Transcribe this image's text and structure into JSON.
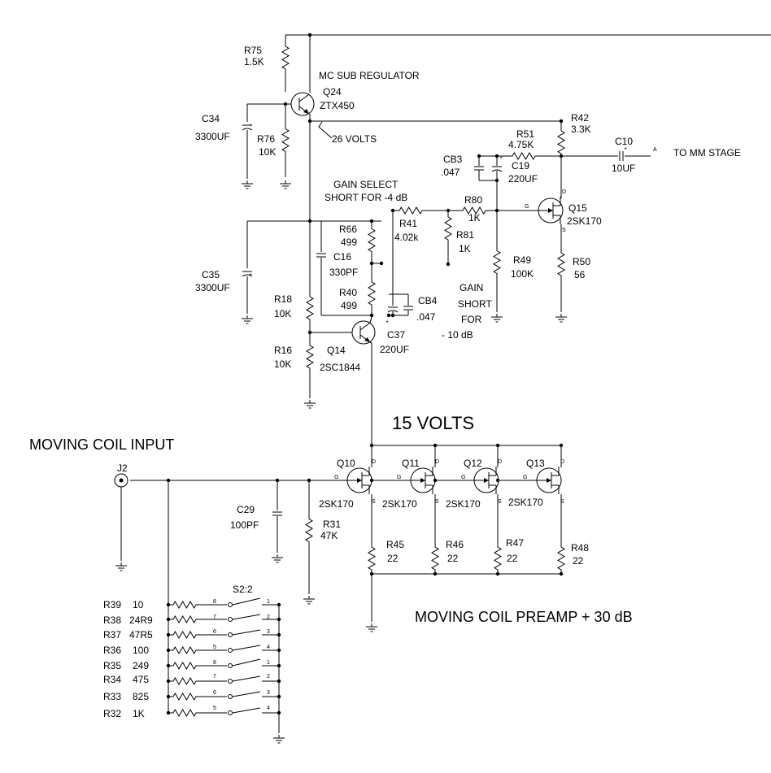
{
  "titles": {
    "sub_regulator": "MC SUB REGULATOR",
    "volts26": "26 VOLTS",
    "gain_select_1": "GAIN SELECT",
    "gain_select_2": "SHORT FOR -4 dB",
    "gain_short_1": "GAIN",
    "gain_short_2": "SHORT",
    "gain_short_3": "FOR",
    "gain_short_4": "- 10 dB",
    "to_mm": "TO MM STAGE",
    "volts15": "15 VOLTS",
    "mc_input": "MOVING COIL INPUT",
    "preamp": "MOVING COIL PREAMP + 30 dB"
  },
  "components": {
    "R75": {
      "ref": "R75",
      "val": "1.5K"
    },
    "Q24": {
      "ref": "Q24",
      "val": "ZTX450"
    },
    "C34": {
      "ref": "C34",
      "val": "3300UF"
    },
    "R76": {
      "ref": "R76",
      "val": "10K"
    },
    "R42": {
      "ref": "R42",
      "val": "3.3K"
    },
    "R51": {
      "ref": "R51",
      "val": "4.75K"
    },
    "C10": {
      "ref": "C10",
      "val": "10UF"
    },
    "CB3": {
      "ref": "CB3",
      "val": ".047"
    },
    "C19": {
      "ref": "C19",
      "val": "220UF"
    },
    "R80": {
      "ref": "R80",
      "val": "1K"
    },
    "Q15": {
      "ref": "Q15",
      "val": "2SK170"
    },
    "R41": {
      "ref": "R41",
      "val": "4.02k"
    },
    "R81": {
      "ref": "R81",
      "val": "1K"
    },
    "R66": {
      "ref": "R66",
      "val": "499"
    },
    "C16": {
      "ref": "C16",
      "val": "330PF"
    },
    "R40": {
      "ref": "R40",
      "val": "499"
    },
    "C35": {
      "ref": "C35",
      "val": "3300UF"
    },
    "R49": {
      "ref": "R49",
      "val": "100K"
    },
    "R50": {
      "ref": "R50",
      "val": "56"
    },
    "CB4": {
      "ref": "CB4",
      "val": ".047"
    },
    "C37": {
      "ref": "C37",
      "val": "220UF"
    },
    "R18": {
      "ref": "R18",
      "val": "10K"
    },
    "R16": {
      "ref": "R16",
      "val": "10K"
    },
    "Q14": {
      "ref": "Q14",
      "val": "2SC1844"
    },
    "J2": {
      "ref": "J2"
    },
    "C29": {
      "ref": "C29",
      "val": "100PF"
    },
    "R31": {
      "ref": "R31",
      "val": "47K"
    },
    "Q10": {
      "ref": "Q10",
      "val": "2SK170"
    },
    "Q11": {
      "ref": "Q11",
      "val": "2SK170"
    },
    "Q12": {
      "ref": "Q12",
      "val": "2SK170"
    },
    "Q13": {
      "ref": "Q13",
      "val": "2SK170"
    },
    "R45": {
      "ref": "R45",
      "val": "22"
    },
    "R46": {
      "ref": "R46",
      "val": "22"
    },
    "R47": {
      "ref": "R47",
      "val": "22"
    },
    "R48": {
      "ref": "R48",
      "val": "22"
    },
    "S2": {
      "ref": "S2:2"
    }
  },
  "pins": {
    "D": "D",
    "G": "G",
    "S": "S",
    "A": "A",
    "plus": "+"
  },
  "load_resistors": [
    {
      "ref": "R39",
      "val": "10",
      "pin": "8",
      "pos": "1"
    },
    {
      "ref": "R38",
      "val": "24R9",
      "pin": "7",
      "pos": "2"
    },
    {
      "ref": "R37",
      "val": "47R5",
      "pin": "6",
      "pos": "3"
    },
    {
      "ref": "R36",
      "val": "100",
      "pin": "5",
      "pos": "4"
    },
    {
      "ref": "R35",
      "val": "249",
      "pin": "8",
      "pos": "1"
    },
    {
      "ref": "R34",
      "val": "475",
      "pin": "7",
      "pos": "2"
    },
    {
      "ref": "R33",
      "val": "825",
      "pin": "6",
      "pos": "3"
    },
    {
      "ref": "R32",
      "val": "1K",
      "pin": "5",
      "pos": "4"
    }
  ]
}
